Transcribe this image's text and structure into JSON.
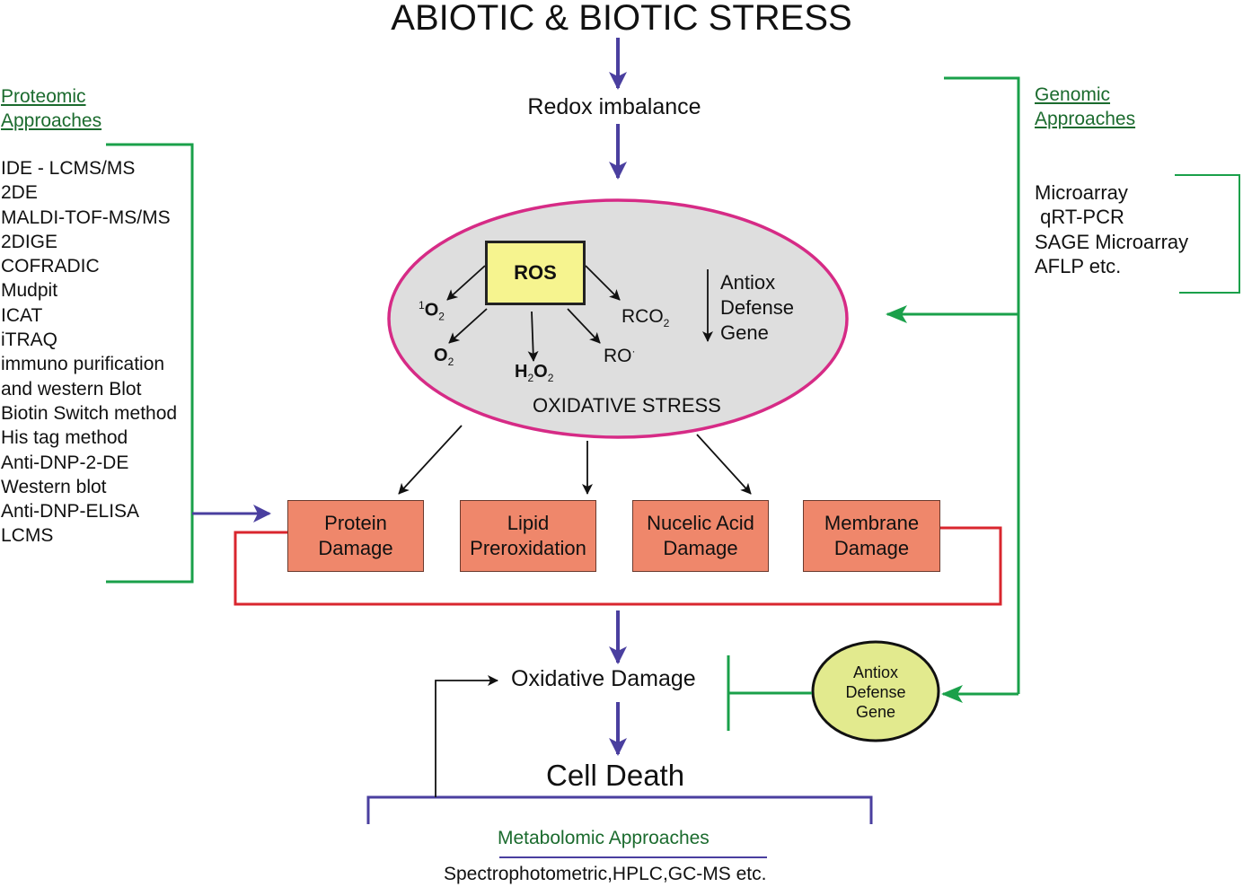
{
  "title": "ABIOTIC & BIOTIC STRESS",
  "flow": {
    "redox": "Redox imbalance",
    "oxidative_stress": "OXIDATIVE STRESS",
    "oxidative_damage": "Oxidative Damage",
    "cell_death": "Cell Death"
  },
  "ros": {
    "label": "ROS",
    "species": {
      "singlet_oxygen": "O",
      "singlet_pre": "1",
      "singlet_sub": "2",
      "superoxide": "O",
      "superoxide_sub": "2",
      "peroxide_h": "H",
      "peroxide_h_sub": "2",
      "peroxide_o": "O",
      "peroxide_o_sub": "2",
      "alkoxyl": "RO",
      "alkoxyl_dot": "·",
      "rco": "RCO",
      "rco_sub": "2"
    },
    "antiox_lines": [
      "Antiox",
      "Defense",
      "Gene"
    ]
  },
  "damage_boxes": [
    {
      "line1": "Protein",
      "line2": "Damage"
    },
    {
      "line1": "Lipid",
      "line2": "Preroxidation"
    },
    {
      "line1": "Nucelic Acid",
      "line2": "Damage"
    },
    {
      "line1": "Membrane",
      "line2": "Damage"
    }
  ],
  "antiox_gene_ellipse": [
    "Antiox",
    "Defense",
    "Gene"
  ],
  "proteomic": {
    "heading": [
      "Proteomic",
      "Approaches"
    ],
    "methods": [
      "IDE - LCMS/MS",
      "2DE",
      "MALDI-TOF-MS/MS",
      "2DIGE",
      "COFRADIC",
      "Mudpit",
      "ICAT",
      "iTRAQ",
      "immuno purification",
      "and western Blot",
      "Biotin Switch method",
      "His tag method",
      "Anti-DNP-2-DE",
      "Western blot",
      "Anti-DNP-ELISA",
      "LCMS"
    ]
  },
  "genomic": {
    "heading": [
      "Genomic",
      "Approaches"
    ],
    "methods": [
      "Microarray",
      " qRT-PCR",
      "SAGE Microarray",
      "AFLP etc."
    ]
  },
  "metabolomic": {
    "heading": "Metabolomic Approaches",
    "methods": "Spectrophotometric,HPLC,GC-MS etc."
  },
  "colors": {
    "flow_arrow": "#4a3f9f",
    "bracket_green": "#1aa04a",
    "bracket_red": "#d9262e",
    "ellipse_border": "#d62b86",
    "ellipse_fill": "#dedede",
    "damage_fill": "#ef876b",
    "ros_fill": "#f6f48f",
    "gene_fill": "#e2ea8e",
    "heading_green": "#1b6b2e"
  }
}
